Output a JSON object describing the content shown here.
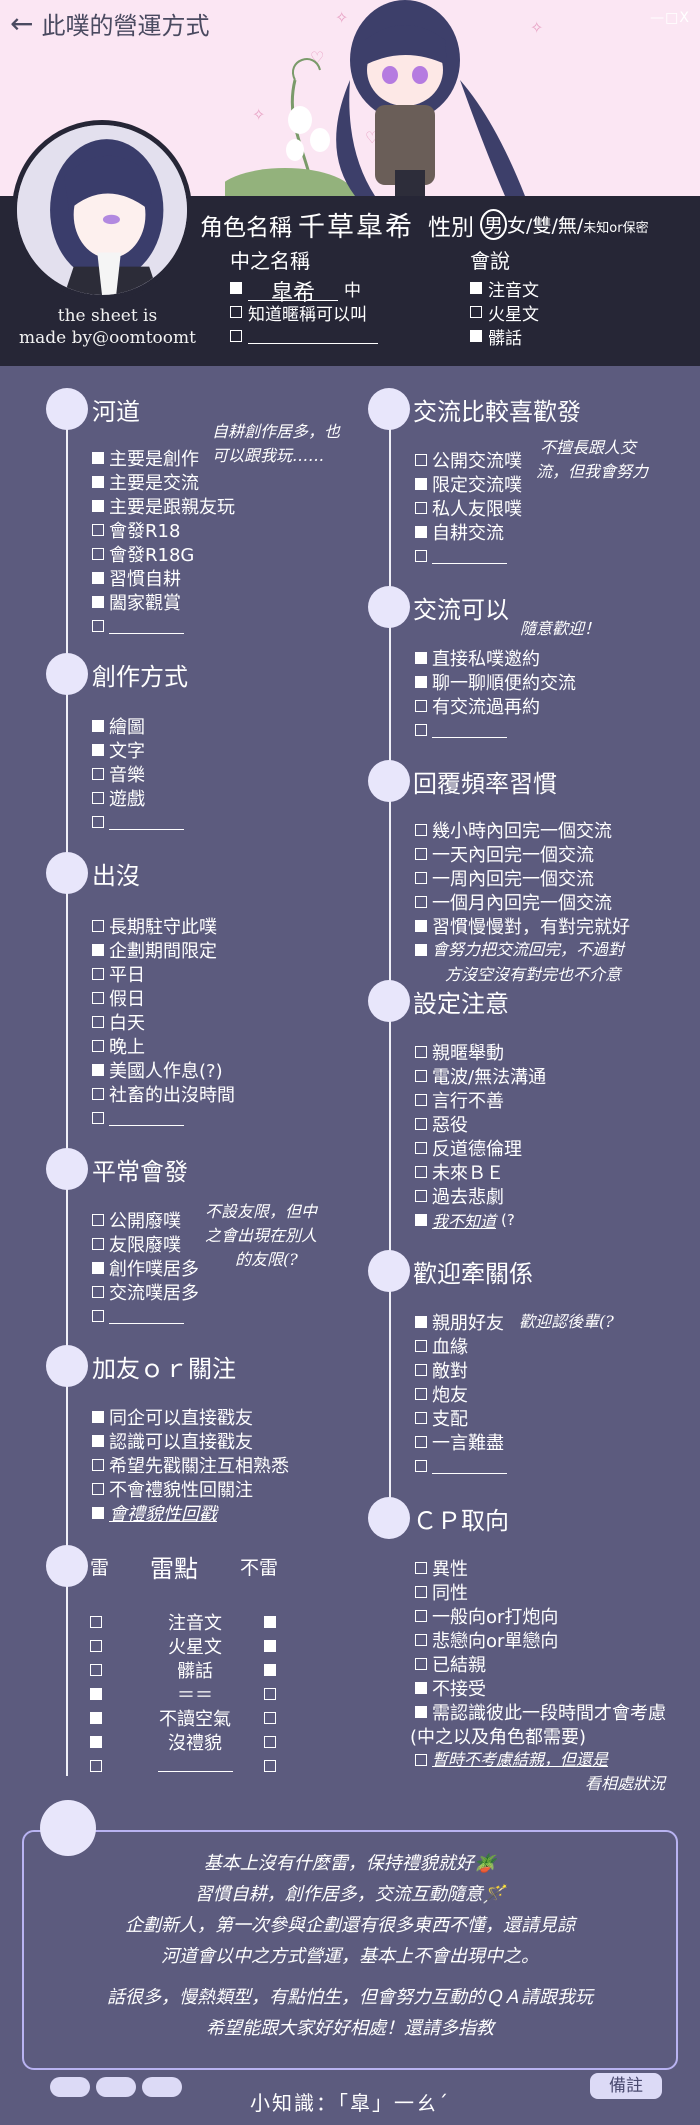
{
  "header": {
    "back_label": "此噗的營運方式",
    "close_label": "—□X"
  },
  "credit": {
    "line1": "the sheet is",
    "line2": "made by@oomtoomt"
  },
  "profile": {
    "name_label": "角色名稱",
    "name_value": "千草皐希",
    "gender_label": "性別",
    "gender_options": [
      "男",
      "女",
      "雙",
      "無"
    ],
    "gender_selected": "男",
    "gender_other": "未知or保密",
    "nickname_label": "中之名稱",
    "nickname_value": "皐希",
    "nickname_suffix": "中",
    "nickname_opt2": "知道暱稱可以叫",
    "lang_label": "會說",
    "langs": [
      "注音文",
      "火星文",
      "髒話"
    ]
  },
  "sections": {
    "river": {
      "title": "河道",
      "items": [
        "主要是創作",
        "主要是交流",
        "主要是跟親友玩",
        "會發R18",
        "會發R18G",
        "習慣自耕",
        "闔家觀賞"
      ],
      "note": [
        "自耕創作居多，也",
        "可以跟我玩……"
      ]
    },
    "create": {
      "title": "創作方式",
      "items": [
        "繪圖",
        "文字",
        "音樂",
        "遊戲"
      ]
    },
    "appear": {
      "title": "出沒",
      "items": [
        "長期駐守此噗",
        "企劃期間限定",
        "平日",
        "假日",
        "白天",
        "晚上",
        "美國人作息(?)",
        "社畜的出沒時間"
      ]
    },
    "post": {
      "title": "平常會發",
      "items": [
        "公開廢噗",
        "友限廢噗",
        "創作噗居多",
        "交流噗居多"
      ],
      "note": [
        "不設友限，但中",
        "之會出現在別人",
        "的友限(?"
      ]
    },
    "friend": {
      "title": "加友ｏｒ關注",
      "items": [
        "同企可以直接戳友",
        "認識可以直接戳友",
        "希望先戳關注互相熟悉",
        "不會禮貌性回關注",
        "會禮貌性回戳"
      ]
    },
    "lightning": {
      "title": "雷點",
      "head_left": "雷",
      "head_right": "不雷",
      "rows": [
        "注音文",
        "火星文",
        "髒話",
        "＝＝",
        "不讀空氣",
        "沒禮貌"
      ]
    },
    "exchange": {
      "title": "交流比較喜歡發",
      "items": [
        "公開交流噗",
        "限定交流噗",
        "私人友限噗",
        "自耕交流"
      ],
      "note": [
        "不擅長跟人交",
        "流，但我會努力"
      ]
    },
    "canex": {
      "title": "交流可以",
      "items": [
        "直接私噗邀約",
        "聊一聊順便約交流",
        "有交流過再約"
      ],
      "note": [
        "隨意歡迎！"
      ]
    },
    "reply": {
      "title": "回覆頻率習慣",
      "items": [
        "幾小時內回完一個交流",
        "一天內回完一個交流",
        "一周內回完一個交流",
        "一個月內回完一個交流",
        "習慣慢慢對，有對完就好"
      ],
      "note": [
        "會努力把交流回完，不過對",
        "方沒空沒有對完也不介意"
      ]
    },
    "setting": {
      "title": "設定注意",
      "items": [
        "親暱舉動",
        "電波/無法溝通",
        "言行不善",
        "惡役",
        "反道德倫理",
        "未來ＢＥ",
        "過去悲劇"
      ],
      "extra": "我不知道",
      "extra_tail": "(?"
    },
    "relation": {
      "title": "歡迎牽關係",
      "items": [
        "親朋好友",
        "血緣",
        "敵對",
        "炮友",
        "支配",
        "一言難盡"
      ],
      "note": "歡迎認後輩(?"
    },
    "cp": {
      "title": "ＣＰ取向",
      "items": [
        "異性",
        "同性",
        "一般向or打炮向",
        "悲戀向or單戀向",
        "已結親",
        "不接受",
        "需認識彼此一段時間才會考慮",
        "(中之以及角色都需要)"
      ],
      "extra": "暫時不考慮結親，但還是",
      "extra2": "看相處狀況"
    }
  },
  "note": {
    "lines": [
      "基本上沒有什麼雷，保持禮貌就好🪴",
      "習慣自耕，創作居多，交流互動隨意🪄",
      "企劃新人，第一次參與企劃還有很多東西不懂，還請見諒",
      "河道會以中之方式營運，基本上不會出現中之。",
      "話很多，慢熱類型，有點怕生，但會努力互動的ＱＡ請跟我玩",
      "希望能跟大家好好相處！還請多指教"
    ]
  },
  "footer": {
    "fact": "小知識：「皐」一ㄠˊ",
    "memo": "備註"
  }
}
